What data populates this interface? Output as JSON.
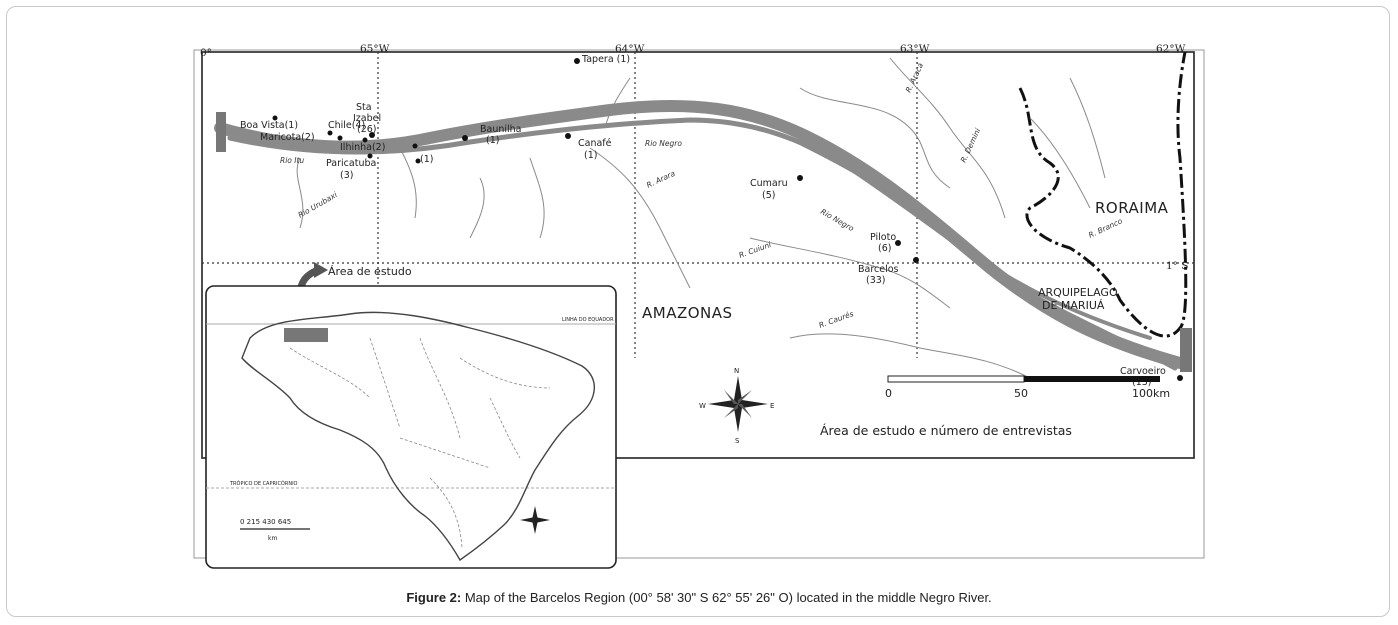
{
  "figure": {
    "caption_label": "Figure 2:",
    "caption_text": " Map of the Barcelos Region (00° 58' 30\" S 62° 55' 26\" O) located in the middle Negro River."
  },
  "map": {
    "coords": {
      "left_corner": "0°",
      "lon_65": "65°W",
      "lon_64": "64°W",
      "lon_63": "63°W",
      "lon_62": "62°W",
      "lat_1s": "1° S"
    },
    "regions": {
      "roraima": "RORAIMA",
      "amazonas": "AMAZONAS",
      "arquipelago_line1": "ARQUIPELAGO",
      "arquipelago_line2": "DE MARIUÁ"
    },
    "rivers": {
      "rio_negro_1": "Rio Negro",
      "rio_negro_2": "Rio Negro",
      "r_araca": "R. Aracá",
      "r_demini": "R. Demini",
      "r_caurés": "R. Caurés",
      "r_cuiuni": "R. Cuiuni",
      "r_branco": "R. Branco",
      "r_arara": "R. Arara",
      "rio_urubaxi": "Rio Urubaxi",
      "rio_itu": "Rio Itu"
    },
    "localities": [
      {
        "name": "Tapera (1)"
      },
      {
        "name": "Sta"
      },
      {
        "name": "Izabel"
      },
      {
        "name": "(26)"
      },
      {
        "name": "Baunilha"
      },
      {
        "name": "(1)"
      },
      {
        "name": "Boa Vista(1)"
      },
      {
        "name": "Chile(4)"
      },
      {
        "name": "Maricota(2)"
      },
      {
        "name": "Ilhinha(2)"
      },
      {
        "name": "Paricatuba"
      },
      {
        "name": "(3)"
      },
      {
        "name": "Canafé"
      },
      {
        "name": "(1)"
      },
      {
        "name": "Cumaru"
      },
      {
        "name": "(5)"
      },
      {
        "name": "Piloto"
      },
      {
        "name": "(6)"
      },
      {
        "name": "Barcelos"
      },
      {
        "name": "(33)"
      },
      {
        "name": "Carvoeiro"
      },
      {
        "name": "(13)"
      },
      {
        "name": "(1)"
      }
    ],
    "inset": {
      "study_area_label": "Área de estudo",
      "equator_label": "LINHA DO EQUADOR",
      "tropic_label": "TRÓPICO DE CAPRICÓRNIO",
      "scale_ticks": "0   215  430  645",
      "scale_unit": "km"
    },
    "scale": {
      "tick_0": "0",
      "tick_50": "50",
      "tick_100": "100km"
    },
    "compass": {
      "n": "N",
      "s": "S",
      "e": "E",
      "w": "W"
    },
    "legend_title": "Área de estudo e número de entrevistas"
  },
  "colors": {
    "river": "#8a8a8a",
    "gridline": "#333333",
    "frame": "#222222",
    "boundary": "#111111"
  }
}
